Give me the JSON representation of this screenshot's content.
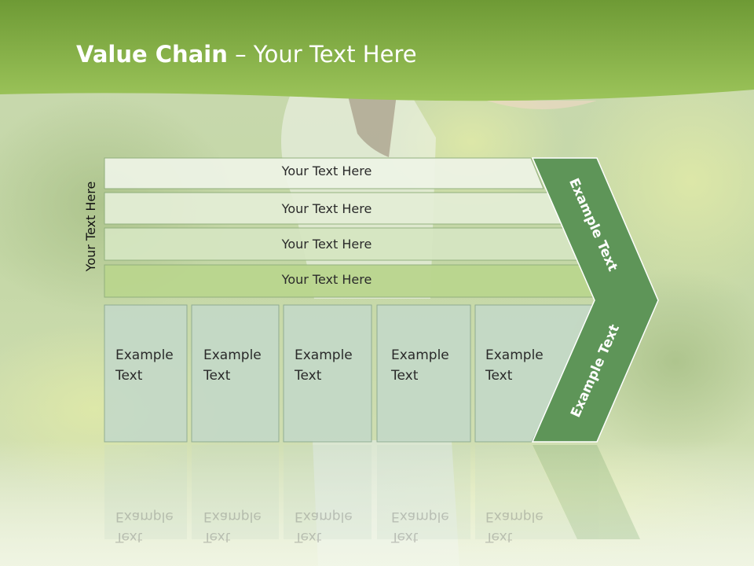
{
  "slide": {
    "title_bold": "Value Chain",
    "title_rest": " – Your Text Here",
    "vertical_label": "Your Text Here"
  },
  "rows": [
    {
      "label": "Your Text Here"
    },
    {
      "label": "Your Text Here"
    },
    {
      "label": "Your Text Here"
    },
    {
      "label": "Your Text Here"
    }
  ],
  "cells": [
    {
      "line1": "Example",
      "line2": "Text"
    },
    {
      "line1": "Example",
      "line2": "Text"
    },
    {
      "line1": "Example",
      "line2": "Text"
    },
    {
      "line1": "Example",
      "line2": "Text"
    },
    {
      "line1": "Example",
      "line2": "Text"
    }
  ],
  "chevron": {
    "upper_label": "Example Text",
    "lower_label": "Example Text"
  },
  "colors": {
    "header_green": "#8cb84a",
    "chevron_green": "#5e9558",
    "row_fills": [
      "#eef4e6",
      "#e4eed6",
      "#d6e6c2",
      "#bad68e"
    ],
    "cell_fill": "#c4d9c8"
  }
}
